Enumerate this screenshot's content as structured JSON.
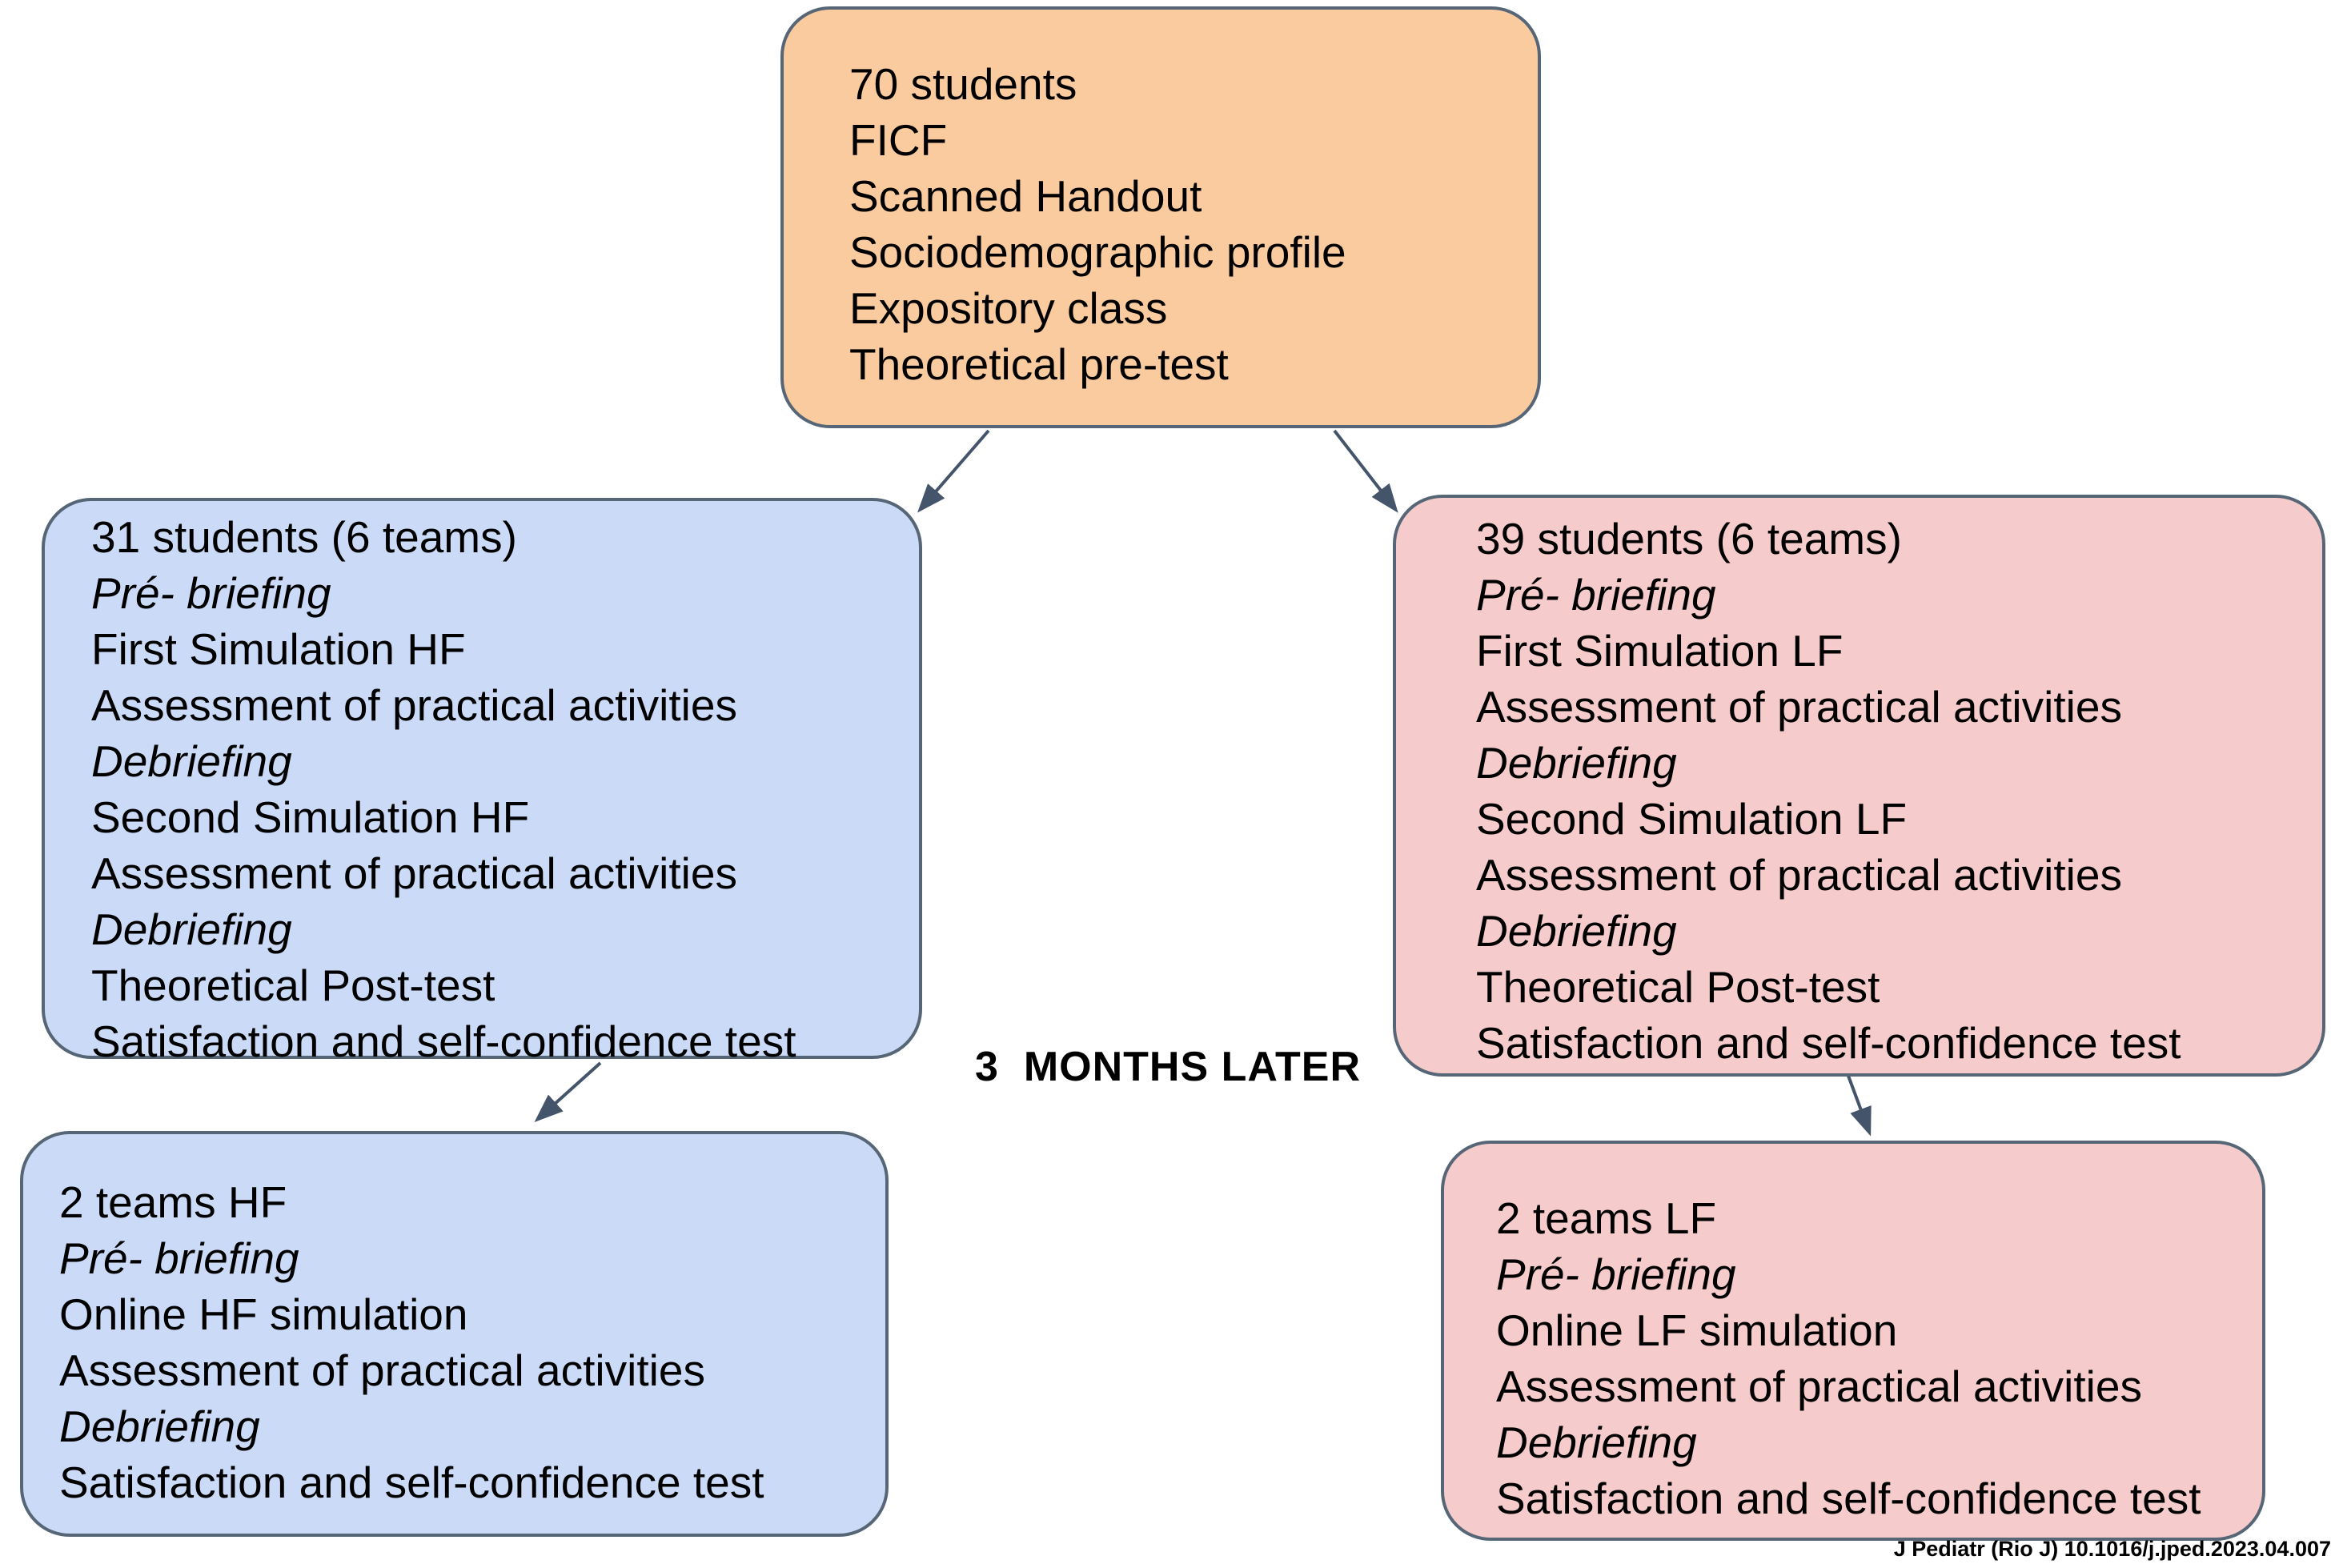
{
  "diagram": {
    "center_label": "3  MONTHS LATER",
    "citation": "J Pediatr (Rio J) 10.1016/j.jped.2023.04.007",
    "colors": {
      "enrollment_fill": "#f9cb9e",
      "hf_fill": "#cbdbf7",
      "lf_fill": "#f5cccb",
      "box_border": "#566676",
      "arrow": "#44546a",
      "text": "#000000"
    },
    "boxes": {
      "enrollment": {
        "lines": [
          "70 students",
          "FICF",
          "Scanned Handout",
          "Sociodemographic profile",
          "Expository class",
          "Theoretical pre-test"
        ]
      },
      "hf_group": {
        "lines": [
          "31 students (6 teams)",
          "Pré- briefing",
          "First Simulation HF",
          "Assessment of practical activities",
          "Debriefing",
          "Second Simulation HF",
          "Assessment of practical activities",
          "Debriefing",
          "Theoretical Post-test",
          "Satisfaction and self-confidence test"
        ]
      },
      "lf_group": {
        "lines": [
          "39 students (6 teams)",
          "Pré- briefing",
          "First Simulation LF",
          "Assessment of practical activities",
          "Debriefing",
          "Second Simulation LF",
          "Assessment of practical activities",
          "Debriefing",
          "Theoretical Post-test",
          "Satisfaction and self-confidence test"
        ]
      },
      "hf_followup": {
        "lines": [
          "2 teams HF",
          "Pré- briefing",
          "Online HF simulation",
          "Assessment of practical activities",
          "Debriefing",
          "Satisfaction and self-confidence test"
        ]
      },
      "lf_followup": {
        "lines": [
          "2 teams LF",
          "Pré- briefing",
          "Online LF simulation",
          "Assessment of practical activities",
          "Debriefing",
          "Satisfaction and self-confidence test"
        ]
      }
    }
  }
}
